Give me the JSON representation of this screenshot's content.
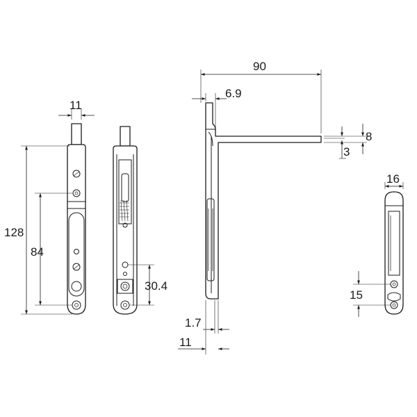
{
  "dimensions": {
    "bolt_top_width": "11",
    "bolt_total_length": "128",
    "bolt_hole_spacing": "84",
    "bolt_side_hole_offset": "30.4",
    "bracket_length": "90",
    "bracket_thickness_offset": "6.9",
    "bracket_height": "8",
    "bracket_lip": "3",
    "bracket_wall": "1.7",
    "bracket_base_width": "11",
    "keeper_width": "16",
    "keeper_hole_spacing": "15"
  }
}
